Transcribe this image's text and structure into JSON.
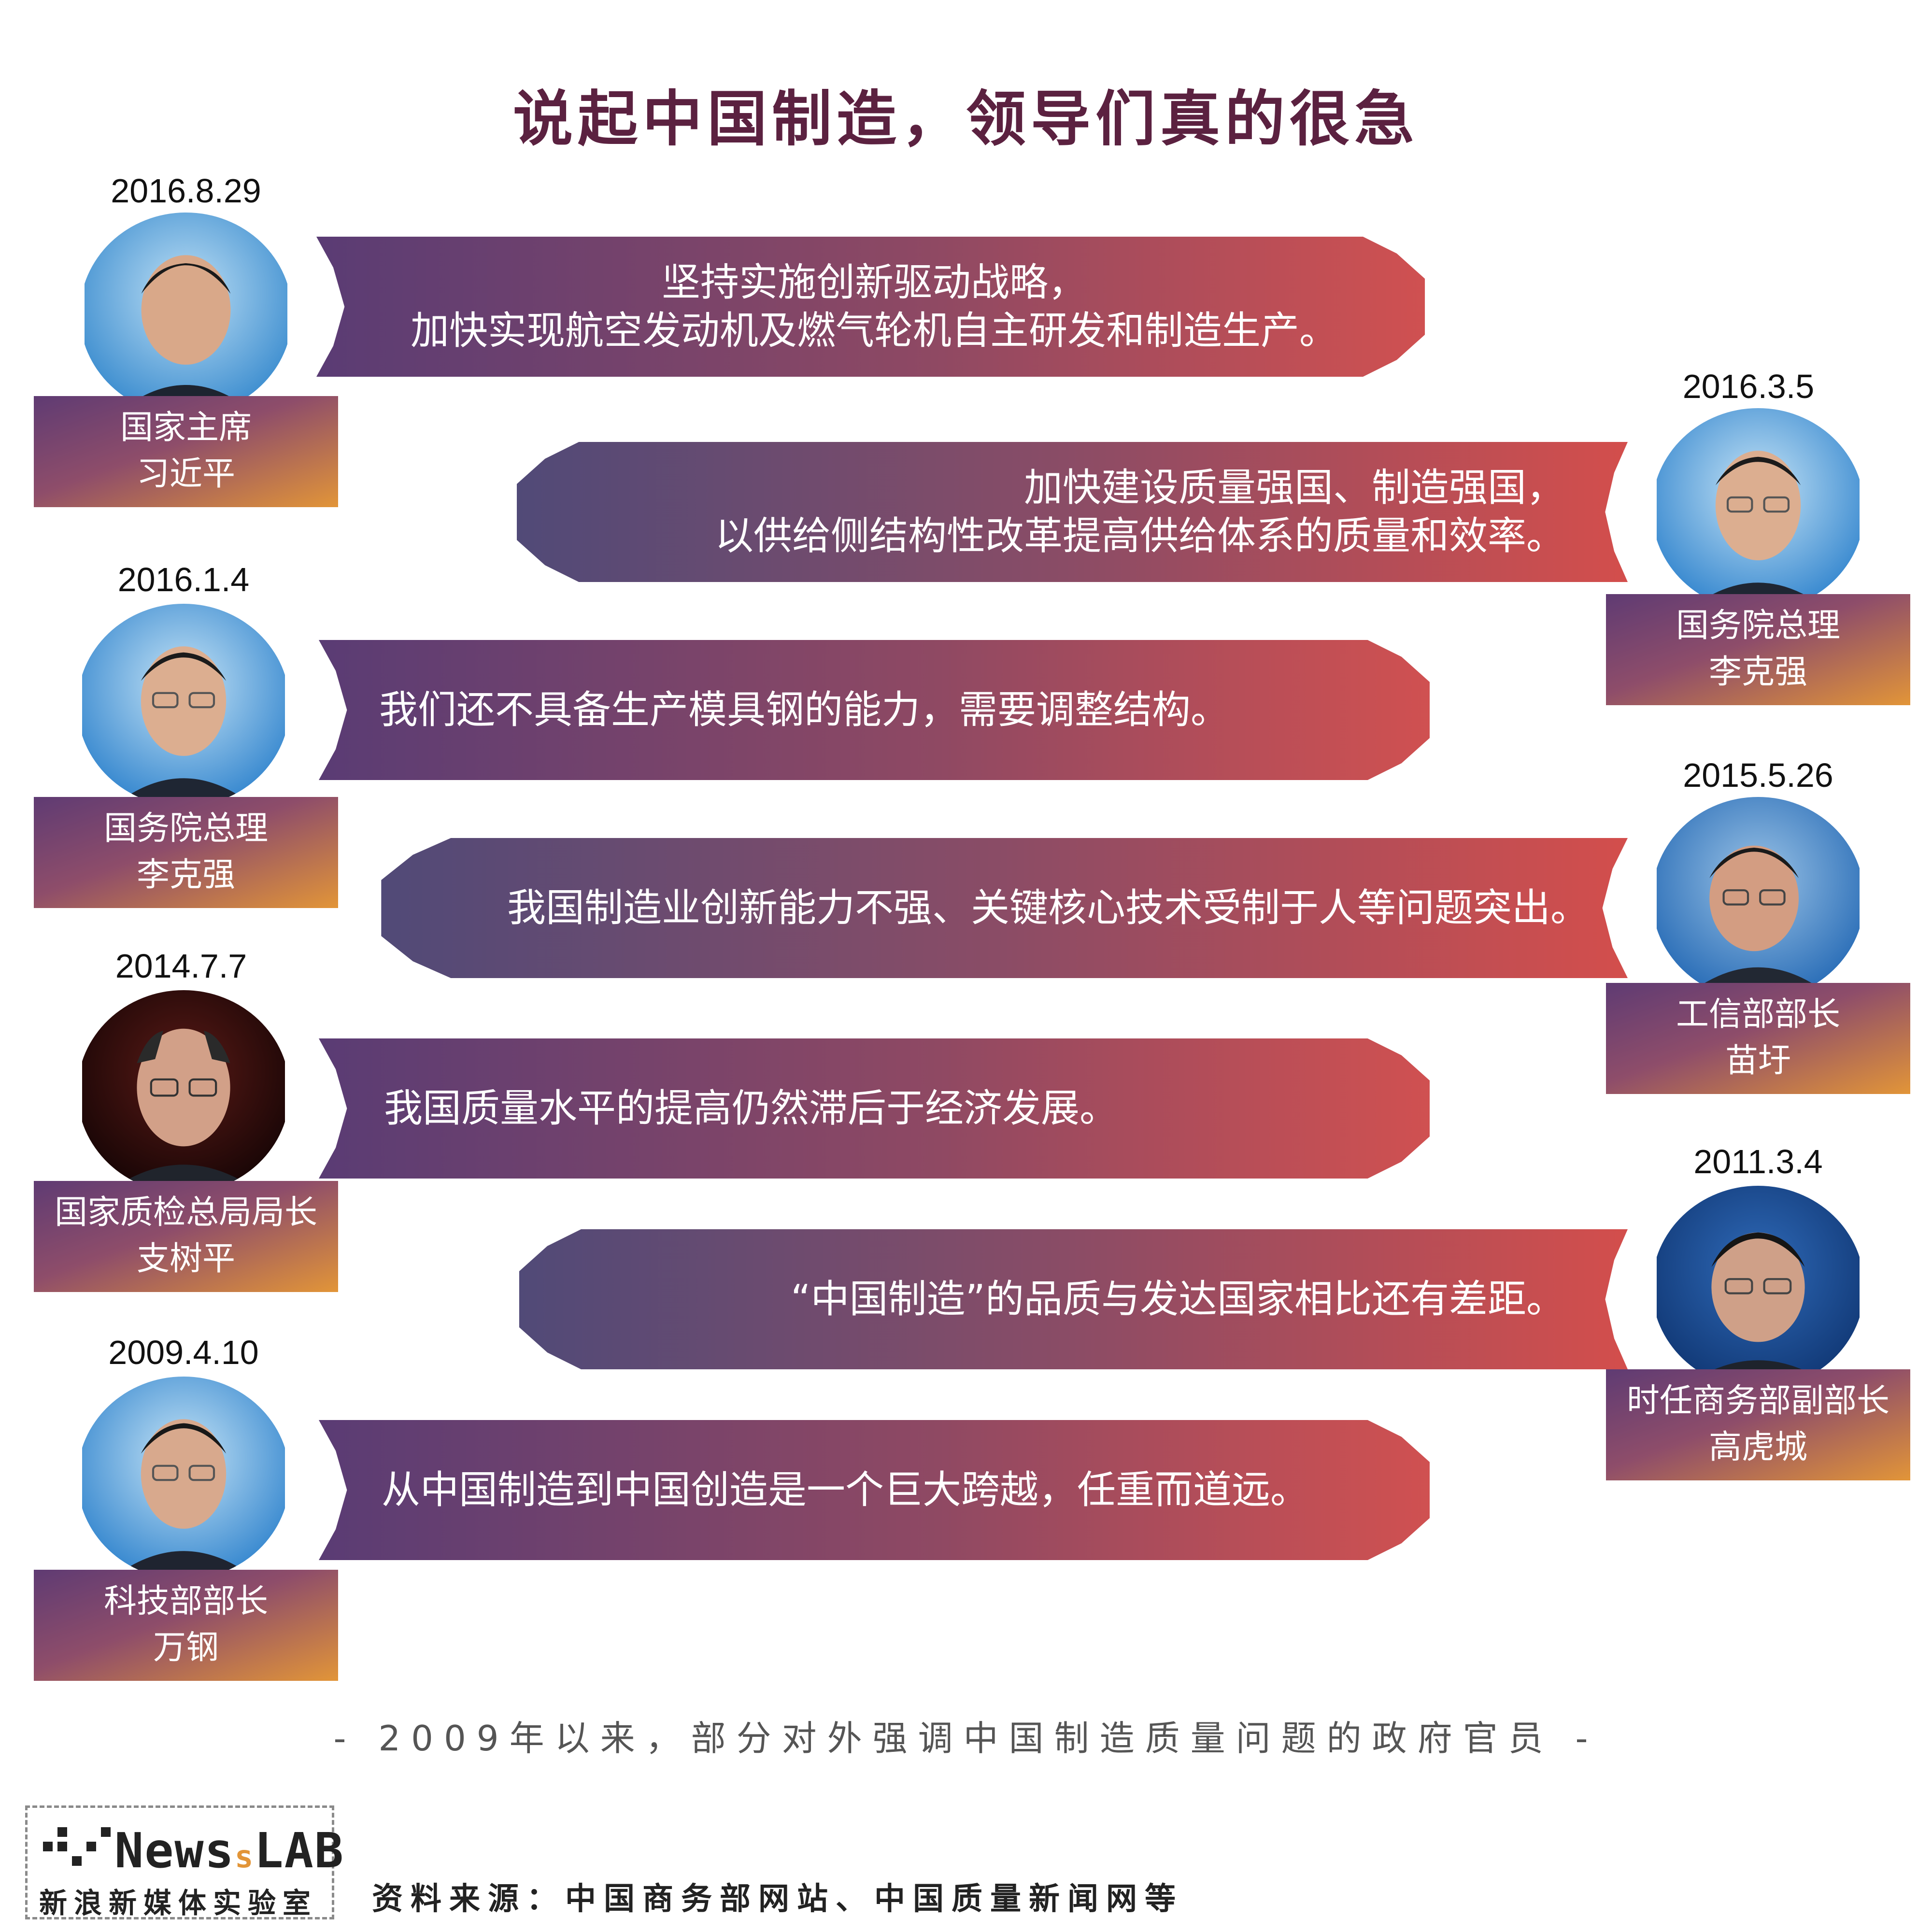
{
  "title": "说起中国制造，领导们真的很急",
  "caption": "- 2009年以来，部分对外强调中国制造质量问题的政府官员 -",
  "source": "资料来源：中国商务部网站、中国质量新闻网等",
  "logo": {
    "word_main": "News",
    "word_s": "s",
    "word_end": "LAB",
    "subtitle": "新浪新媒体实验室"
  },
  "colors": {
    "title": "#5b2140",
    "bubble_start": "#5a3c74",
    "bubble_end": "#d25150",
    "namebox_end": "#e29538"
  },
  "quotes": [
    {
      "date": "2016.8.29",
      "role": "国家主席",
      "name": "习近平",
      "side": "left",
      "lines": [
        "坚持实施创新驱动战略，",
        "加快实现航空发动机及燃气轮机自主研发和制造生产。"
      ]
    },
    {
      "date": "2016.3.5",
      "role": "国务院总理",
      "name": "李克强",
      "side": "right",
      "lines": [
        "加快建设质量强国、制造强国，",
        "以供给侧结构性改革提高供给体系的质量和效率。"
      ]
    },
    {
      "date": "2016.1.4",
      "role": "国务院总理",
      "name": "李克强",
      "side": "left",
      "lines": [
        "我们还不具备生产模具钢的能力，需要调整结构。"
      ]
    },
    {
      "date": "2015.5.26",
      "role": "工信部部长",
      "name": "苗圩",
      "side": "right",
      "lines": [
        "我国制造业创新能力不强、关键核心技术受制于人等问题突出。"
      ]
    },
    {
      "date": "2014.7.7",
      "role": "国家质检总局局长",
      "name": "支树平",
      "side": "left",
      "lines": [
        "我国质量水平的提高仍然滞后于经济发展。"
      ]
    },
    {
      "date": "2011.3.4",
      "role": "时任商务部副部长",
      "name": "高虎城",
      "side": "right",
      "lines": [
        "“中国制造”的品质与发达国家相比还有差距。"
      ]
    },
    {
      "date": "2009.4.10",
      "role": "科技部部长",
      "name": "万钢",
      "side": "left",
      "lines": [
        "从中国制造到中国创造是一个巨大跨越，任重而道远。"
      ]
    }
  ]
}
